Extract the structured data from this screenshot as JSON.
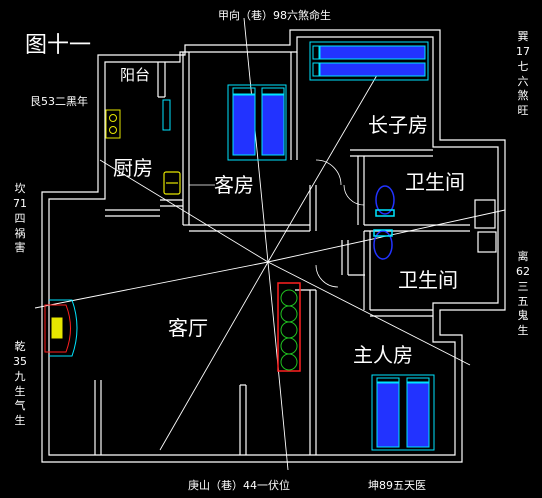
{
  "figure_title": "图十一",
  "period_note": "艮53二黑年",
  "compass": {
    "top": "甲向（巷）98六煞命生",
    "bottom_left": "庚山（巷）44一伏位",
    "bottom_right": "坤89五天医",
    "right_top": "巽17七六煞旺",
    "right_mid": "离62三五鬼生",
    "left_top": "坎71四祸害",
    "left_mid": "乾35九生气生"
  },
  "rooms": {
    "balcony": "阳台",
    "kitchen": "厨房",
    "guest_room": "客房",
    "eldest_son_room": "长子房",
    "bathroom_1": "卫生间",
    "bathroom_2": "卫生间",
    "living_room": "客厅",
    "master_bedroom": "主人房"
  },
  "colors": {
    "wall": "#ffffff",
    "fixture": "#00e5ff",
    "bed": "#2233ff",
    "stove": "#e6e600",
    "plant": "#20c020",
    "planter": "#ff2020"
  }
}
